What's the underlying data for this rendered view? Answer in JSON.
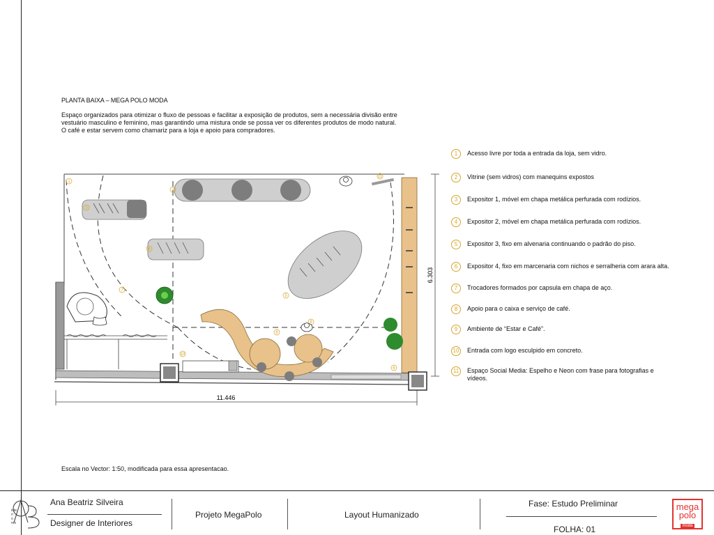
{
  "title": "PLANTA BAIXA – MEGA POLO MODA",
  "description": [
    "Espaço organizados para otimizar o fluxo de pessoas e facilitar a exposição de produtos, sem a necessária divisão entre vestuário masculino e feminino, mas garantindo uma mistura onde se possa ver os diferentes produtos de modo natural.",
    "O café e estar servem como chamariz para a loja e apoio para compradores."
  ],
  "dimensions": {
    "width": "11.446",
    "height": "6.303"
  },
  "legend": [
    {
      "num": "1",
      "text": "Acesso livre por toda a entrada da loja, sem vidro."
    },
    {
      "num": "2",
      "text": "Vitrine (sem vidros) com manequins expostos"
    },
    {
      "num": "3",
      "text": "Expositor 1, móvel em chapa metálica perfurada com rodízios."
    },
    {
      "num": "4",
      "text": "Expositor 2, móvel em chapa metálica perfurada com rodízios."
    },
    {
      "num": "5",
      "text": "Expositor 3, fixo em alvenaria continuando o padrão do piso."
    },
    {
      "num": "6",
      "text": "Expositor 4, fixo em marcenaria com nichos e serralheria com arara alta."
    },
    {
      "num": "7",
      "text": "Trocadores formados por capsula em chapa de aço."
    },
    {
      "num": "8",
      "text": "Apoio  para o caixa e serviço de café."
    },
    {
      "num": "9",
      "text": "Ambiente de “Estar e Café”."
    },
    {
      "num": "10",
      "text": "Entrada com logo esculpido em concreto."
    },
    {
      "num": "11",
      "text": "Espaço Social Media: Espelho e Neon com frase para fotografias e vídeos."
    }
  ],
  "plan_labels": [
    "1",
    "2",
    "3",
    "4",
    "5",
    "6",
    "7",
    "8",
    "9",
    "10",
    "11"
  ],
  "scale": "Escala no Vector: 1:50, modificada para  essa apresentacao.",
  "footer": {
    "designer_name": "Ana Beatriz Silveira",
    "designer_role": "Designer de Interiores",
    "project": "Projeto MegaPolo",
    "layout": "Layout Humanizado",
    "phase": "Fase: Estudo Preliminar",
    "sheet": "FOLHA: 01",
    "brand_logo": [
      "mega",
      "polo",
      "moda"
    ],
    "designer_logo": [
      "inte",
      "ri",
      "o",
      "res"
    ]
  },
  "colors": {
    "accent": "#d6a52b",
    "brand": "#e1332f",
    "wood": "#e8c28a",
    "furniture": "#c9c9c9"
  }
}
